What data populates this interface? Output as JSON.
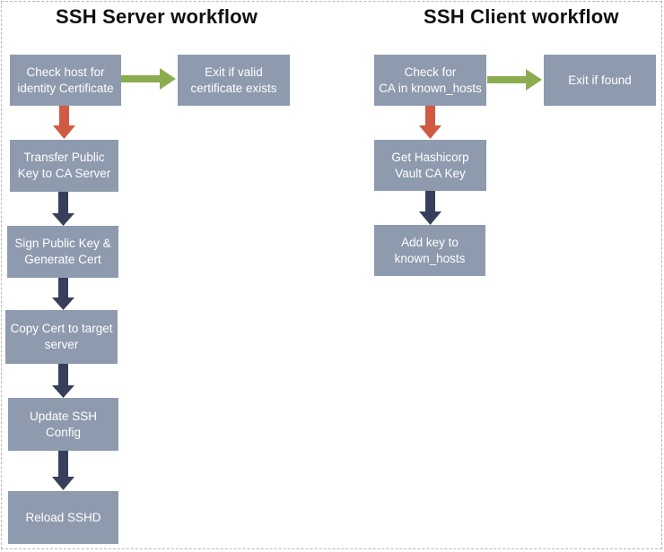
{
  "server": {
    "title": "SSH Server workflow",
    "steps": [
      "Check host for\nidentity Certificate",
      "Transfer Public\nKey to CA Server",
      "Sign Public Key &\nGenerate Cert",
      "Copy Cert to target\nserver",
      "Update SSH\nConfig",
      "Reload SSHD"
    ],
    "exit": "Exit if valid\ncertificate exists"
  },
  "client": {
    "title": "SSH Client workflow",
    "steps": [
      "Check for\nCA in known_hosts",
      "Get Hashicorp\nVault CA Key",
      "Add key to\nknown_hosts"
    ],
    "exit": "Exit if found"
  },
  "colors": {
    "box": "#8e9aae",
    "arrow_red": "#d05a42",
    "arrow_green": "#8bad4f",
    "arrow_dark": "#37405a"
  }
}
